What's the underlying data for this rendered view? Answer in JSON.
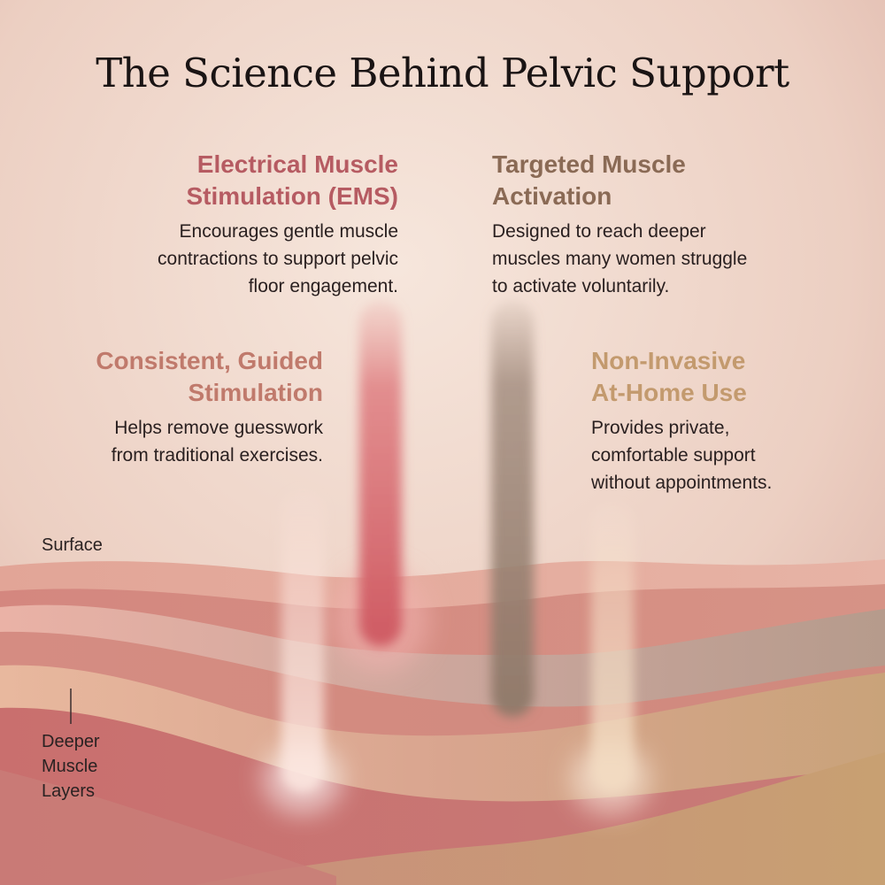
{
  "title": "The Science Behind Pelvic Support",
  "colors": {
    "ems": "#b65b62",
    "targeted": "#8a6a55",
    "consistent": "#c07a6c",
    "noninvasive": "#c39a6e",
    "title": "#1a1414"
  },
  "features": {
    "ems": {
      "heading": [
        "Electrical Muscle",
        "Stimulation (EMS)"
      ],
      "body": [
        "Encourages gentle muscle",
        "contractions to support pelvic",
        "floor engagement."
      ]
    },
    "targeted": {
      "heading": [
        "Targeted Muscle",
        "Activation"
      ],
      "body": [
        "Designed to reach deeper",
        "muscles many women struggle",
        "to activate voluntarily."
      ]
    },
    "consistent": {
      "heading": [
        "Consistent, Guided",
        "Stimulation"
      ],
      "body": [
        "Helps remove guesswork",
        "from traditional exercises."
      ]
    },
    "noninvasive": {
      "heading": [
        "Non-Invasive",
        "At-Home Use"
      ],
      "body": [
        "Provides private,",
        "comfortable support",
        "without appointments."
      ]
    }
  },
  "annotations": {
    "surface": "Surface",
    "deeper": [
      "Deeper",
      "Muscle",
      "Layers"
    ]
  }
}
